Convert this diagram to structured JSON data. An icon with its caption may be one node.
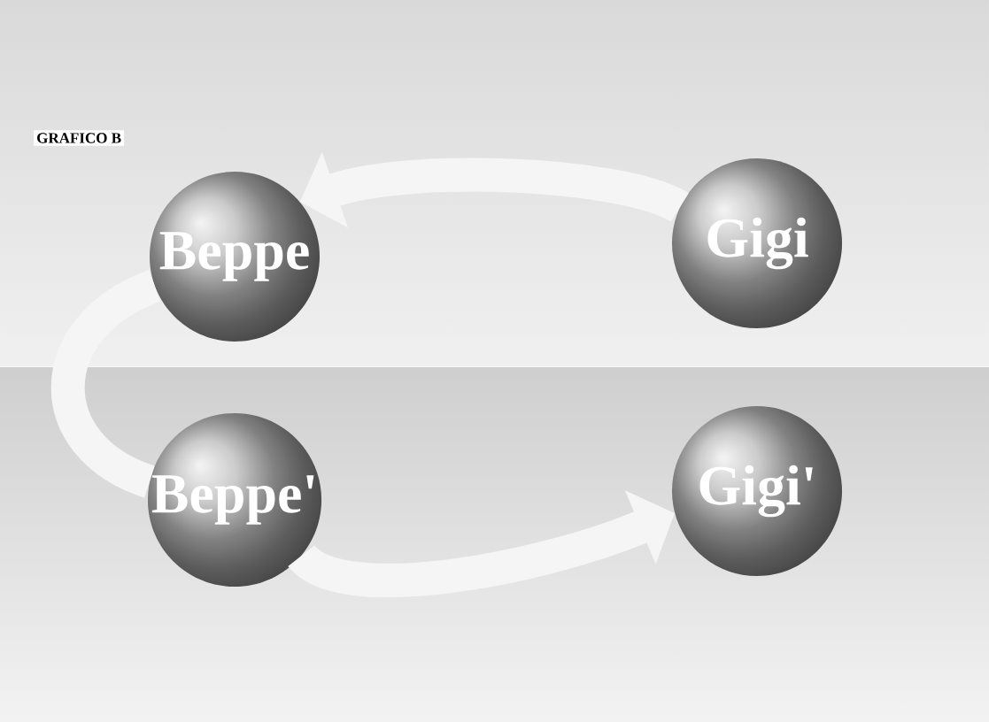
{
  "diagram": {
    "title": "GRAFICO B",
    "nodes": [
      {
        "text": [
          "Beppe"
        ]
      },
      {
        "text": [
          "Gigi"
        ]
      },
      {
        "text": [
          "Beppe'"
        ]
      },
      {
        "text": [
          "Gigi'"
        ]
      }
    ],
    "edges": [
      {
        "from": 1,
        "to": 0,
        "arrow": "to"
      },
      {
        "from": 0,
        "to": 2,
        "arrow": "none"
      },
      {
        "from": 2,
        "to": 3,
        "arrow": "to"
      }
    ]
  }
}
